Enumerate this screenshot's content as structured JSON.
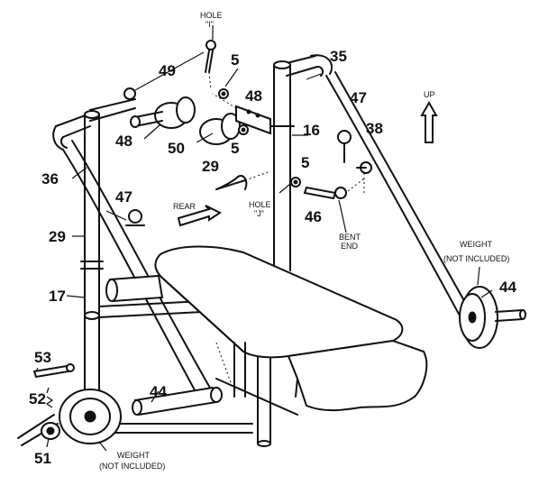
{
  "part_numbers": {
    "p5a": "5",
    "p5b": "5",
    "p5c": "5",
    "p16": "16",
    "p17": "17",
    "p29a": "29",
    "p29b": "29",
    "p35": "35",
    "p36": "36",
    "p38": "38",
    "p44a": "44",
    "p44b": "44",
    "p46": "46",
    "p47a": "47",
    "p47b": "47",
    "p48a": "48",
    "p48b": "48",
    "p49": "49",
    "p50": "50",
    "p51": "51",
    "p52": "52",
    "p53": "53"
  },
  "notes": {
    "hole_i_line1": "HOLE",
    "hole_i_line2": "\"I\"",
    "hole_j_line1": "HOLE",
    "hole_j_line2": "\"J\"",
    "rear": "REAR",
    "up": "UP",
    "bent_line1": "BENT",
    "bent_line2": "END",
    "weight_right_line1": "WEIGHT",
    "weight_right_line2": "(NOT INCLUDED)",
    "weight_left_line1": "WEIGHT",
    "weight_left_line2": "(NOT INCLUDED)"
  }
}
